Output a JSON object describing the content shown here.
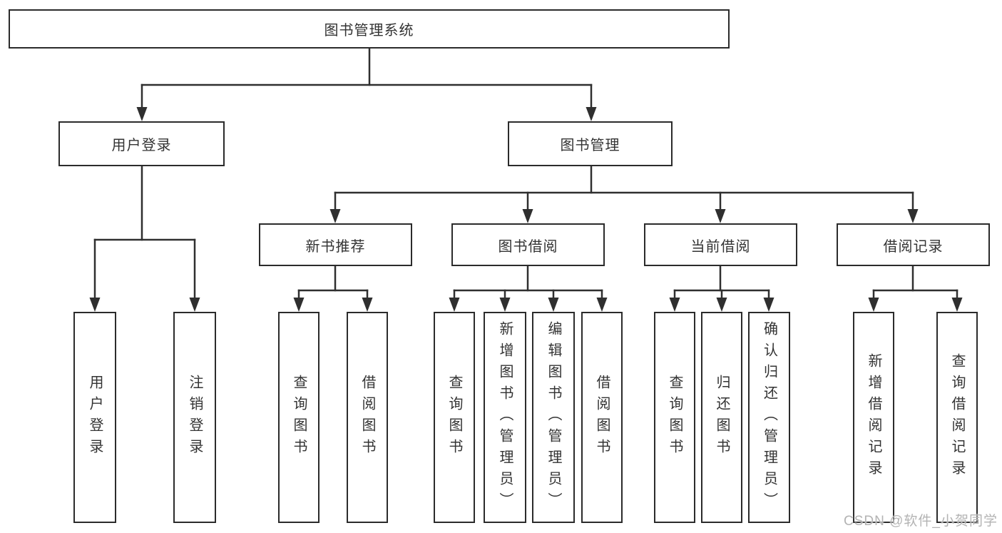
{
  "page": {
    "background": "#ffffff"
  },
  "colors": {
    "line": "#2f2f2f",
    "box_border": "#2b2b2b",
    "text": "#333333",
    "watermark": "#b3b3b3"
  },
  "watermark": {
    "text": "CSDN @软件_小贺同学"
  },
  "tree": {
    "label": "图书管理系统",
    "children": [
      {
        "label": "用户登录",
        "children": [
          {
            "label": "用户登录"
          },
          {
            "label": "注销登录"
          }
        ]
      },
      {
        "label": "图书管理",
        "children": [
          {
            "label": "新书推荐",
            "children": [
              {
                "label": "查询图书"
              },
              {
                "label": "借阅图书"
              }
            ]
          },
          {
            "label": "图书借阅",
            "children": [
              {
                "label": "查询图书"
              },
              {
                "label": "新增图书（管理员）"
              },
              {
                "label": "编辑图书（管理员）"
              },
              {
                "label": "借阅图书"
              }
            ]
          },
          {
            "label": "当前借阅",
            "children": [
              {
                "label": "查询图书"
              },
              {
                "label": "归还图书"
              },
              {
                "label": "确认归还（管理员）"
              }
            ]
          },
          {
            "label": "借阅记录",
            "children": [
              {
                "label": "新增借阅记录"
              },
              {
                "label": "查询借阅记录"
              }
            ]
          }
        ]
      }
    ]
  }
}
